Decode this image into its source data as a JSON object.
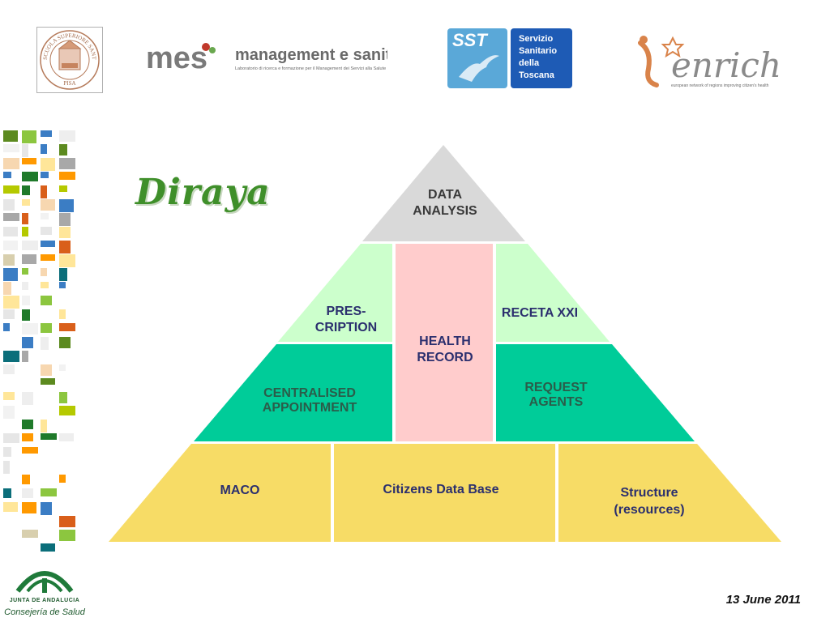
{
  "logos": {
    "sssa": {
      "icon": "scuola-superiore-sant-anna-seal-icon",
      "ring_text": "SCUOLA SUPERIORE SANT'ANNA",
      "city": "PISA"
    },
    "mes": {
      "icon": "mes-logo-icon",
      "mark": "mes",
      "name": "management e sanità",
      "subtitle": "Laboratorio di ricerca e formazione per il Management dei Servizi alla Salute"
    },
    "sst": {
      "icon": "sst-pegasus-logo-icon",
      "mark": "SST",
      "line1": "Servizio",
      "line2": "Sanitario",
      "line3": "della",
      "line4": "Toscana"
    },
    "enrich": {
      "icon": "enrich-logo-icon",
      "mark": "enrich",
      "subtitle": "european network of regions improving citizen's health"
    },
    "junta": {
      "icon": "junta-de-andalucia-logo-icon",
      "line1": "JUNTA DE ANDALUCIA",
      "line2": "Consejería de Salud"
    }
  },
  "title": "Diraya",
  "pyramid": {
    "top": {
      "label_1": "DATA",
      "label_2": "ANALYSIS"
    },
    "left_mid": {
      "label_1": "PRES-",
      "label_2": "CRIPTION"
    },
    "center": {
      "label_1": "HEALTH",
      "label_2": "RECORD"
    },
    "right_mid": {
      "label": "RECETA XXI"
    },
    "left_low": {
      "label_1": "CENTRALISED",
      "label_2": "APPOINTMENT"
    },
    "right_low": {
      "label_1": "REQUEST",
      "label_2": "AGENTS"
    },
    "base_left": {
      "label": "MACO"
    },
    "base_center": {
      "label": "Citizens Data Base"
    },
    "base_right": {
      "label_1": "Structure",
      "label_2": "(resources)"
    }
  },
  "colors": {
    "top": "#d9d9d9",
    "light_green": "#ccffcc",
    "teal": "#00cc99",
    "pink": "#ffcccc",
    "yellow": "#f7dc66",
    "title": "#3f8f2a"
  },
  "date": "13 June 2011"
}
